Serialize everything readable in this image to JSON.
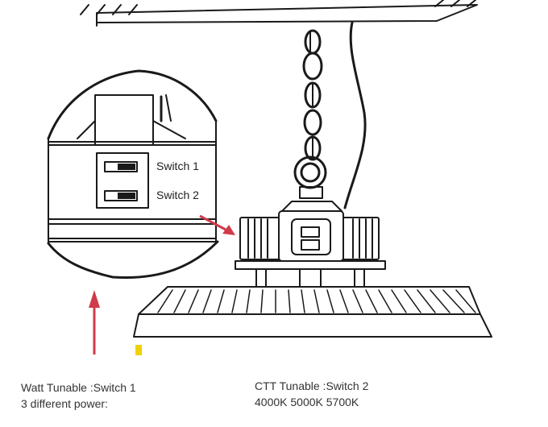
{
  "switches": {
    "switch1": "Switch 1",
    "switch2": "Switch 2"
  },
  "captions": {
    "watt_title": "Watt Tunable :Switch 1",
    "watt_sub": "3 different power:",
    "ctt_title": "CTT Tunable :Switch 2",
    "ctt_values": "4000K  5000K  5700K"
  },
  "colors": {
    "line": "#1a1a1a",
    "arrow": "#d03a4a",
    "marker": "#f2d100"
  },
  "icons": [
    "chain-icon",
    "arrow-icon",
    "dip-switch-icon",
    "lamp-icon",
    "magnifier-circle-icon"
  ]
}
